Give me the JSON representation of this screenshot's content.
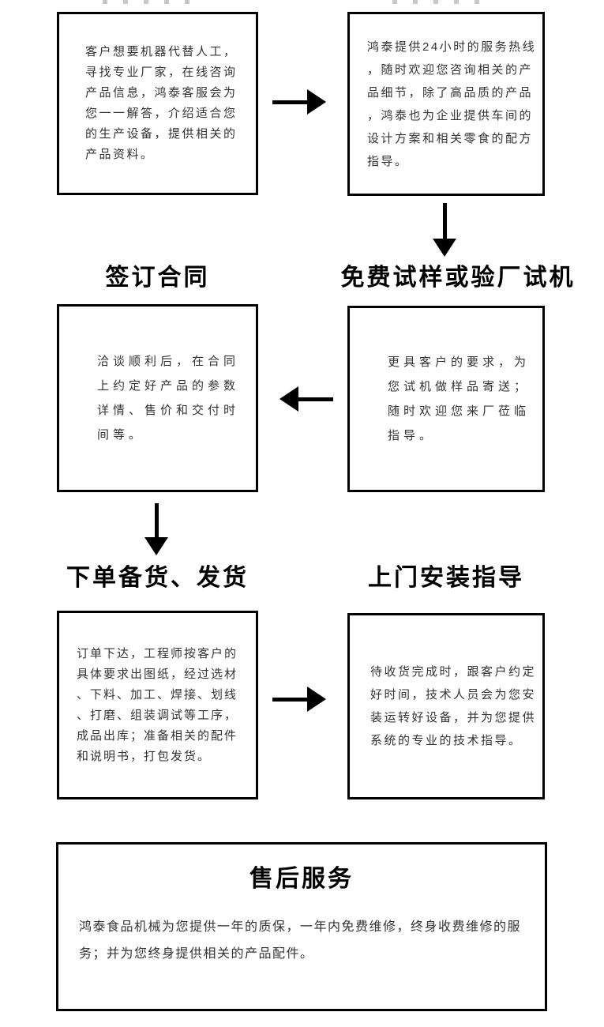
{
  "steps": {
    "consult": {
      "body": "客户想要机器代替人工，寻找专业厂家，在线咨询产品信息，鸿泰客服会为您一一解答，介绍适合您的生产设备，提供相关的产品资料。"
    },
    "hotline": {
      "body": "鸿泰提供24小时的服务热线，随时欢迎您咨询相关的产品细节，除了高品质的产品，鸿泰也为企业提供车间的设计方案和相关零食的配方指导。"
    },
    "contract": {
      "heading": "签订合同",
      "body": "洽谈顺利后，在合同上约定好产品的参数详情、售价和交付时间等。"
    },
    "trial": {
      "heading": "免费试样或验厂试机",
      "body": "更具客户的要求，为您试机做样品寄送；随时欢迎您来厂莅临指导。"
    },
    "production": {
      "heading": "下单备货、发货",
      "body": "订单下达，工程师按客户的具体要求出图纸，经过选材、下料、加工、焊接、划线、打磨、组装调试等工序，成品出库；准备相关的配件和说明书，打包发货。"
    },
    "install": {
      "heading": "上门安装指导",
      "body": "待收货完成时，跟客户约定好时间，技术人员会为您安装运转好设备，并为您提供系统的专业的技术指导。"
    },
    "aftersale": {
      "heading": "售后服务",
      "body": "鸿泰食品机械为您提供一年的质保，一年内免费维修，终身收费维修的服务；并为您终身提供相关的产品配件。"
    }
  },
  "icons": {
    "arrow_right": "arrow-right-icon",
    "arrow_left": "arrow-left-icon",
    "arrow_down": "arrow-down-icon"
  },
  "colors": {
    "background": "#ffffff",
    "box_border": "#000000",
    "heading_text": "#000000",
    "body_text": "#333333",
    "arrow": "#000000"
  }
}
